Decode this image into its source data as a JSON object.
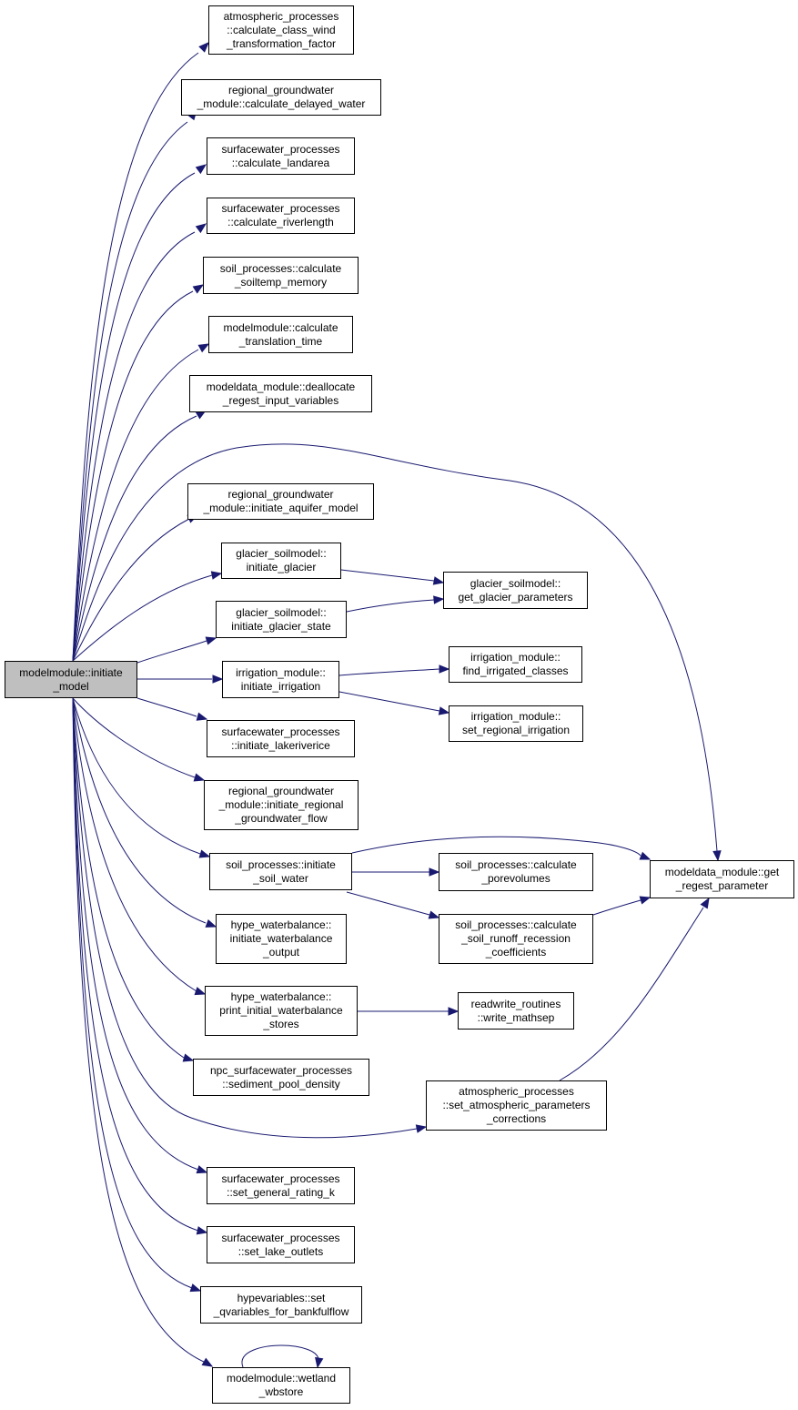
{
  "colors": {
    "edge": "#191970",
    "root_fill": "#bfbfbf",
    "node_fill": "#ffffff",
    "border": "#000000"
  },
  "nodes": {
    "root": [
      "modelmodule::initiate",
      "_model"
    ],
    "n1": [
      "atmospheric_processes",
      "::calculate_class_wind",
      "_transformation_factor"
    ],
    "n2": [
      "regional_groundwater",
      "_module::calculate_delayed_water"
    ],
    "n3": [
      "surfacewater_processes",
      "::calculate_landarea"
    ],
    "n4": [
      "surfacewater_processes",
      "::calculate_riverlength"
    ],
    "n5": [
      "soil_processes::calculate",
      "_soiltemp_memory"
    ],
    "n6": [
      "modelmodule::calculate",
      "_translation_time"
    ],
    "n7": [
      "modeldata_module::deallocate",
      "_regest_input_variables"
    ],
    "n8": [
      "regional_groundwater",
      "_module::initiate_aquifer_model"
    ],
    "n9": [
      "glacier_soilmodel::",
      "initiate_glacier"
    ],
    "n10": [
      "glacier_soilmodel::",
      "initiate_glacier_state"
    ],
    "n11": [
      "irrigation_module::",
      "initiate_irrigation"
    ],
    "n12": [
      "surfacewater_processes",
      "::initiate_lakeriverice"
    ],
    "n13": [
      "regional_groundwater",
      "_module::initiate_regional",
      "_groundwater_flow"
    ],
    "n14": [
      "soil_processes::initiate",
      "_soil_water"
    ],
    "n15": [
      "hype_waterbalance::",
      "initiate_waterbalance",
      "_output"
    ],
    "n16": [
      "hype_waterbalance::",
      "print_initial_waterbalance",
      "_stores"
    ],
    "n17": [
      "npc_surfacewater_processes",
      "::sediment_pool_density"
    ],
    "n18": [
      "surfacewater_processes",
      "::set_general_rating_k"
    ],
    "n19": [
      "surfacewater_processes",
      "::set_lake_outlets"
    ],
    "n20": [
      "hypevariables::set",
      "_qvariables_for_bankfulflow"
    ],
    "n21": [
      "modelmodule::wetland",
      "_wbstore"
    ],
    "g1": [
      "glacier_soilmodel::",
      "get_glacier_parameters"
    ],
    "i1": [
      "irrigation_module::",
      "find_irrigated_classes"
    ],
    "i2": [
      "irrigation_module::",
      "set_regional_irrigation"
    ],
    "s1": [
      "soil_processes::calculate",
      "_porevolumes"
    ],
    "s2": [
      "soil_processes::calculate",
      "_soil_runoff_recession",
      "_coefficients"
    ],
    "r1": [
      "readwrite_routines",
      "::write_mathsep"
    ],
    "a1": [
      "atmospheric_processes",
      "::set_atmospheric_parameters",
      "_corrections"
    ],
    "m1": [
      "modeldata_module::get",
      "_regest_parameter"
    ]
  }
}
